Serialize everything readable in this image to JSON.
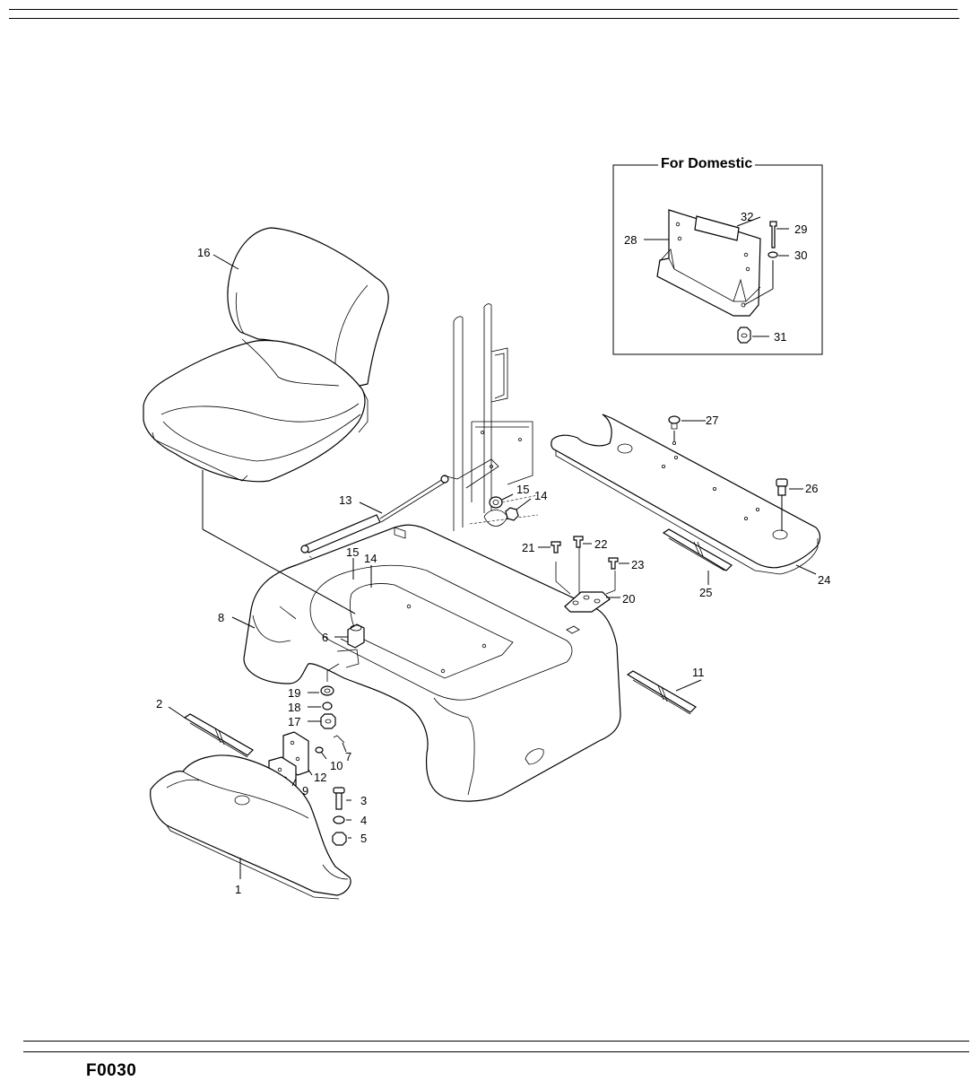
{
  "inset": {
    "title": "For Domestic"
  },
  "footer": {
    "code": "F0030"
  },
  "callouts": [
    "1",
    "2",
    "3",
    "4",
    "5",
    "6",
    "7",
    "8",
    "9",
    "10",
    "11",
    "12",
    "13",
    "14",
    "14",
    "15",
    "15",
    "16",
    "17",
    "18",
    "19",
    "20",
    "21",
    "22",
    "23",
    "24",
    "25",
    "26",
    "27",
    "28",
    "29",
    "30",
    "31",
    "32"
  ]
}
